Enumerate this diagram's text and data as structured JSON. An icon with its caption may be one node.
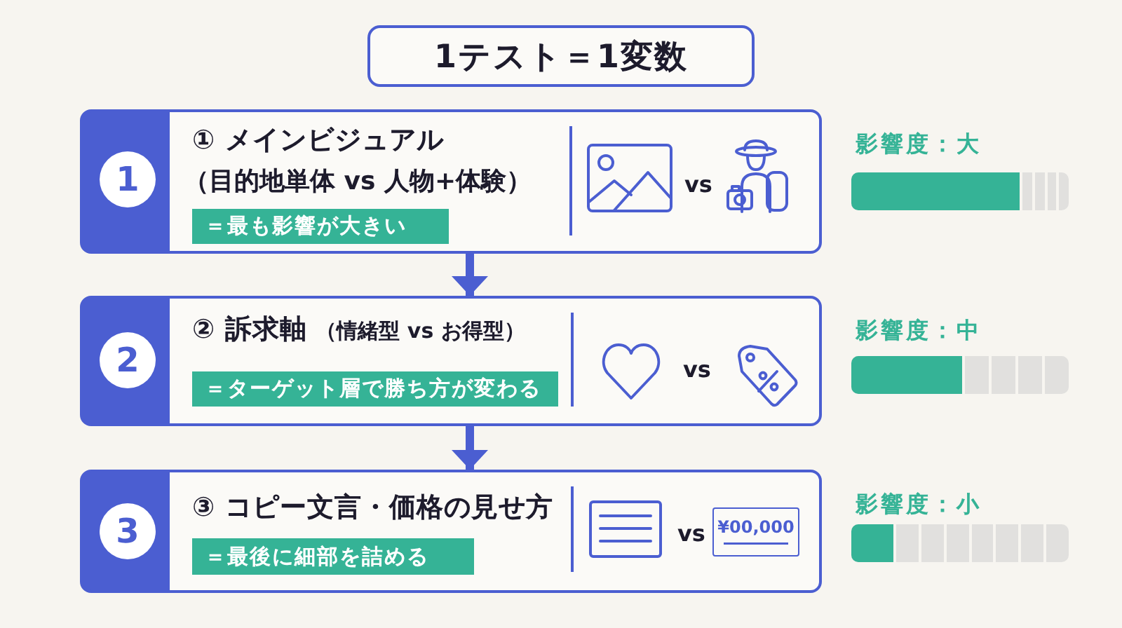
{
  "diagram": {
    "title": "1テスト＝1変数",
    "nodes": [
      {
        "text": [
          "① メインビジュアル",
          "（目的地単体 vs 人物+体験）",
          "vs"
        ],
        "beside": [
          "影響度：大"
        ]
      },
      {
        "text": [
          "1"
        ],
        "in": 0
      },
      {
        "text": [
          "＝最も影響が大きい"
        ],
        "in": 0
      },
      {
        "text": [
          "② 訴求軸",
          "（情緒型 vs お得型）",
          "vs"
        ],
        "beside": [
          "影響度：中"
        ]
      },
      {
        "text": [
          "2"
        ],
        "in": 3
      },
      {
        "text": [
          "＝ターゲット層で勝ち方が変わる"
        ],
        "in": 3
      },
      {
        "text": [
          "③ コピー文言・価格の見せ方",
          "vs"
        ],
        "beside": [
          "影響度：小"
        ]
      },
      {
        "text": [
          "3"
        ],
        "in": 6
      },
      {
        "text": [
          "＝最後に細部を詰める"
        ],
        "in": 6
      },
      {
        "text": [
          "¥00,000"
        ],
        "in": 6
      }
    ],
    "edges": [
      {
        "from": 0,
        "to": 3,
        "arrow": "to"
      },
      {
        "from": 3,
        "to": 6,
        "arrow": "to"
      }
    ]
  }
}
